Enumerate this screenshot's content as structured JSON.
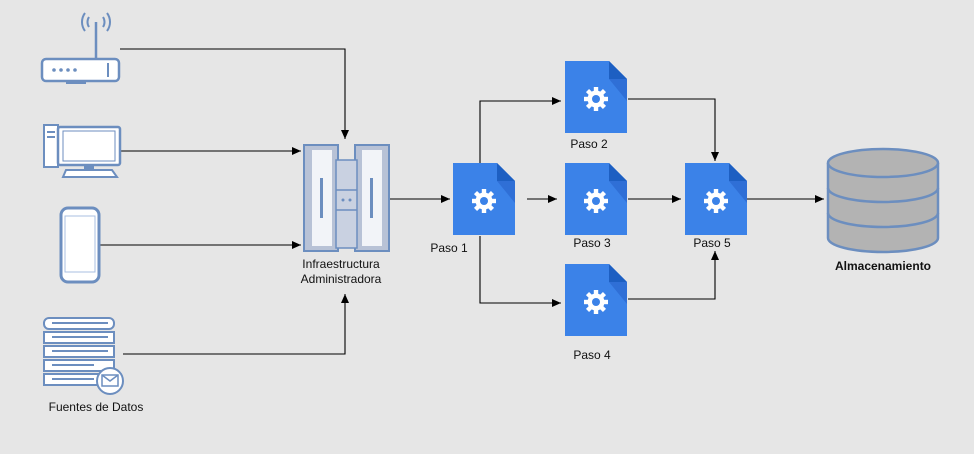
{
  "colors": {
    "background": "#e6e6e6",
    "device_stroke": "#6c8ebf",
    "device_fill": "#dae8fc",
    "step_blue": "#3b82e8",
    "step_fold": "#1d5fc2",
    "storage_fill": "#b3b3b3",
    "storage_stroke": "#6c8ebf",
    "arrow": "#000000"
  },
  "sources": {
    "items": [
      {
        "icon": "router-icon"
      },
      {
        "icon": "desktop-computer-icon"
      },
      {
        "icon": "smartphone-icon"
      },
      {
        "icon": "mail-server-icon"
      }
    ],
    "label": "Fuentes de Datos"
  },
  "infra": {
    "icon": "server-rack-icon",
    "label_line1": "Infraestructura",
    "label_line2": "Administradora"
  },
  "steps": [
    {
      "id": "paso1",
      "label": "Paso 1",
      "icon": "process-file-icon"
    },
    {
      "id": "paso2",
      "label": "Paso 2",
      "icon": "process-file-icon"
    },
    {
      "id": "paso3",
      "label": "Paso 3",
      "icon": "process-file-icon"
    },
    {
      "id": "paso4",
      "label": "Paso 4",
      "icon": "process-file-icon"
    },
    {
      "id": "paso5",
      "label": "Paso 5",
      "icon": "process-file-icon"
    }
  ],
  "storage": {
    "icon": "database-icon",
    "label": "Almacenamiento"
  }
}
